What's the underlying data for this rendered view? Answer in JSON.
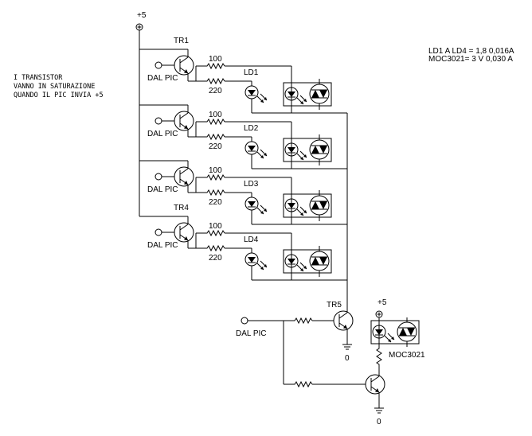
{
  "diagram": {
    "note_lines": [
      "I TRANSISTOR",
      "VANNO IN SATURAZIONE",
      "QUANDO IL PIC INVIA +5"
    ],
    "spec_lines": [
      "LD1 A LD4 = 1,8 0,016A",
      "MOC3021= 3 V 0,030 A"
    ],
    "supply_label": "+5",
    "input_label": "DAL PIC",
    "ground_label": "0",
    "channels": [
      {
        "transistor": "TR1",
        "r_top": "100",
        "r_bottom": "220",
        "led": "LD1"
      },
      {
        "transistor": "",
        "r_top": "100",
        "r_bottom": "220",
        "led": "LD2"
      },
      {
        "transistor": "",
        "r_top": "100",
        "r_bottom": "220",
        "led": "LD3"
      },
      {
        "transistor": "TR4",
        "r_top": "100",
        "r_bottom": "220",
        "led": "LD4"
      }
    ],
    "output_stage": {
      "transistor": "TR5",
      "input_label": "DAL PIC",
      "supply_label": "+5",
      "opto_label": "MOC3021",
      "ground_label_1": "0",
      "ground_label_2": "0"
    }
  }
}
